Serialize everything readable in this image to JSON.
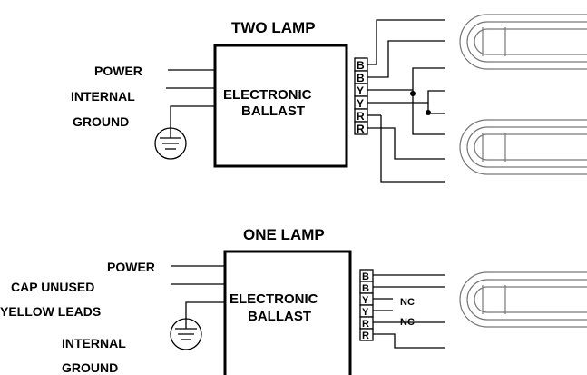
{
  "two_lamp": {
    "title": "TWO LAMP",
    "power_label": "POWER",
    "internal_label": "INTERNAL",
    "ground_label": "GROUND",
    "ballast_line1": "ELECTRONIC",
    "ballast_line2": "BALLAST",
    "terminals": [
      "B",
      "B",
      "Y",
      "Y",
      "R",
      "R"
    ]
  },
  "one_lamp": {
    "title": "ONE LAMP",
    "power_label": "POWER",
    "cap_label": "CAP UNUSED",
    "yellow_label": "YELLOW LEADS",
    "internal_label": "INTERNAL",
    "ground_label": "GROUND",
    "ballast_line1": "ELECTRONIC",
    "ballast_line2": "BALLAST",
    "terminals": [
      "B",
      "B",
      "Y",
      "Y",
      "R",
      "R"
    ],
    "nc_label_1": "NC",
    "nc_label_2": "NC"
  }
}
